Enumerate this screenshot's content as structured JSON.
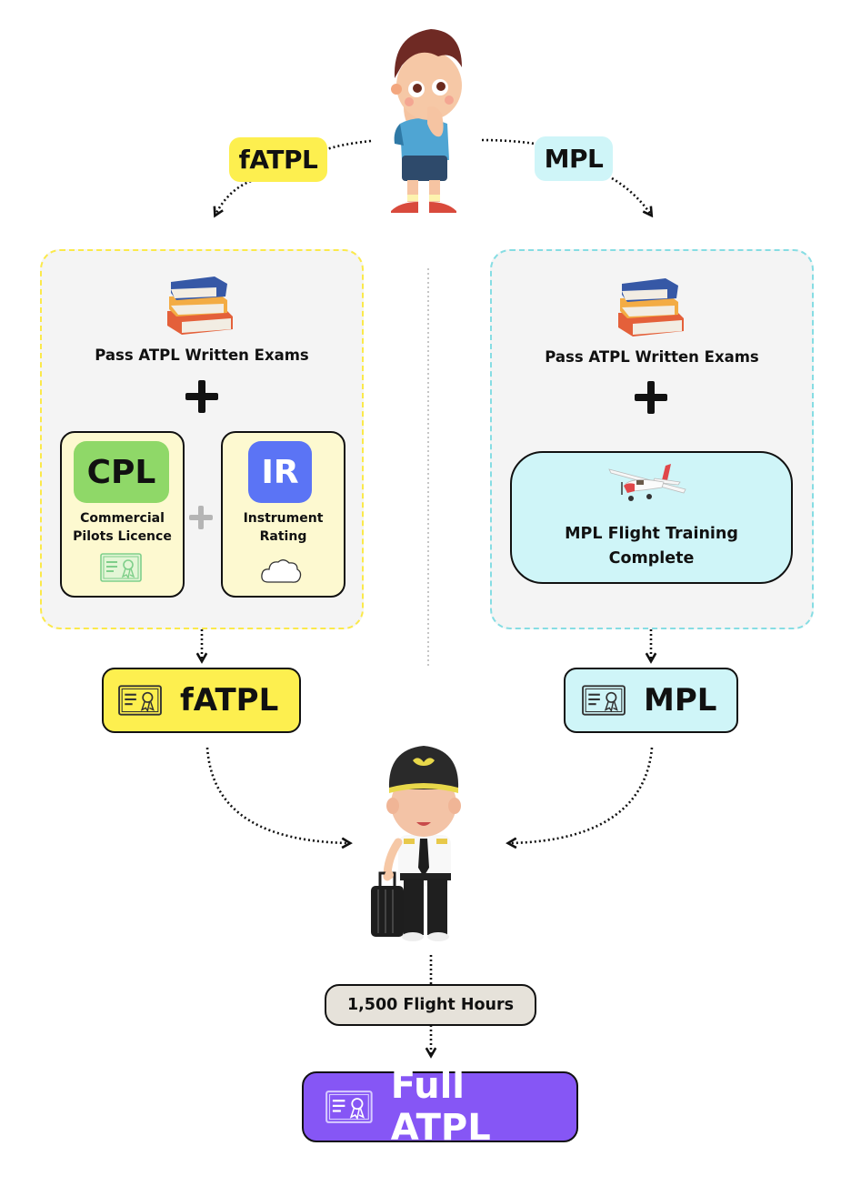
{
  "top": {
    "character": "thinking-boy",
    "left_choice": {
      "label": "fATPL",
      "color": "#fdef4f"
    },
    "right_choice": {
      "label": "MPL",
      "color": "#cff5f8"
    }
  },
  "left_path": {
    "border_color": "#fbe94a",
    "exam_icon": "books-stack-icon",
    "exam_label": "Pass ATPL Written Exams",
    "cards": [
      {
        "badge": "CPL",
        "badge_color": "#8fd868",
        "badge_text_color": "#111111",
        "label_line1": "Commercial",
        "label_line2": "Pilots Licence",
        "icon": "certificate-icon"
      },
      {
        "badge": "IR",
        "badge_color": "#5b74f5",
        "badge_text_color": "#ffffff",
        "label_line1": "Instrument",
        "label_line2": "Rating",
        "icon": "cloud-icon"
      }
    ],
    "result": {
      "label": "fATPL",
      "color": "#fdef4f",
      "icon": "certificate-icon"
    }
  },
  "right_path": {
    "border_color": "#86dde3",
    "exam_icon": "books-stack-icon",
    "exam_label": "Pass ATPL Written Exams",
    "training": {
      "icon": "airplane-icon",
      "label_line1": "MPL Flight Training",
      "label_line2": "Complete",
      "color": "#cff5f8"
    },
    "result": {
      "label": "MPL",
      "color": "#cff5f8",
      "icon": "certificate-icon"
    }
  },
  "bottom": {
    "character": "pilot-with-suitcase",
    "hours": {
      "label": "1,500 Flight Hours",
      "color": "#e6e2da"
    },
    "final": {
      "label": "Full ATPL",
      "color": "#8656f5",
      "icon": "certificate-icon"
    }
  }
}
